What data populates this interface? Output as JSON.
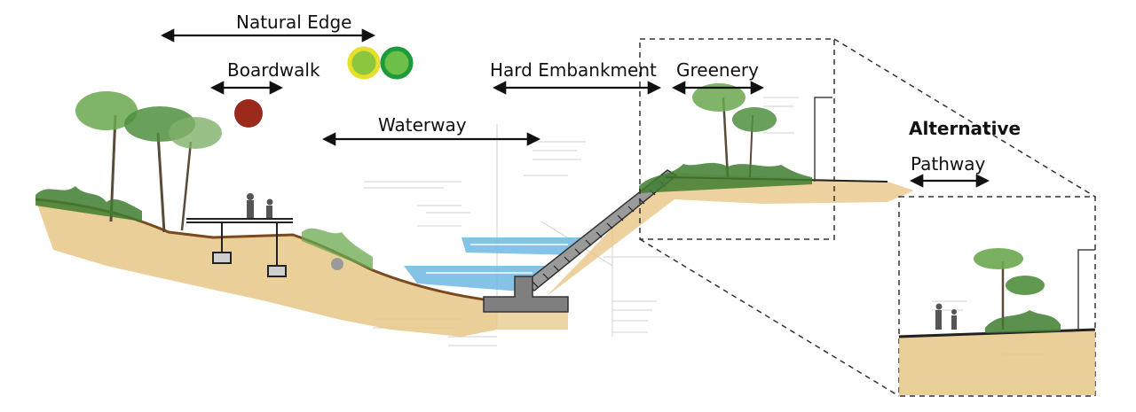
{
  "labels": {
    "natural_edge": "Natural Edge",
    "boardwalk": "Boardwalk",
    "waterway": "Waterway",
    "hard_embankment": "Hard Embankment",
    "greenery": "Greenery",
    "alternative": "Alternative",
    "pathway": "Pathway"
  },
  "markers": {
    "red": "#9b2a1c",
    "yellow_ring": "#e6e02a",
    "light_green": "#8cc63f",
    "green_ring": "#1f9a3a",
    "green_fill": "#6cc04a"
  },
  "colors": {
    "soil": "#e8c787",
    "soil_dark": "#b97a3c",
    "water": "#6fb8e3",
    "foliage": "#6aa84f",
    "foliage_dark": "#3f7d2f",
    "concrete": "#8a8a8a",
    "line": "#111111"
  },
  "icons": [
    "double-arrow-icon",
    "tree-icon",
    "person-icon",
    "dashed-zoom-box-icon"
  ]
}
